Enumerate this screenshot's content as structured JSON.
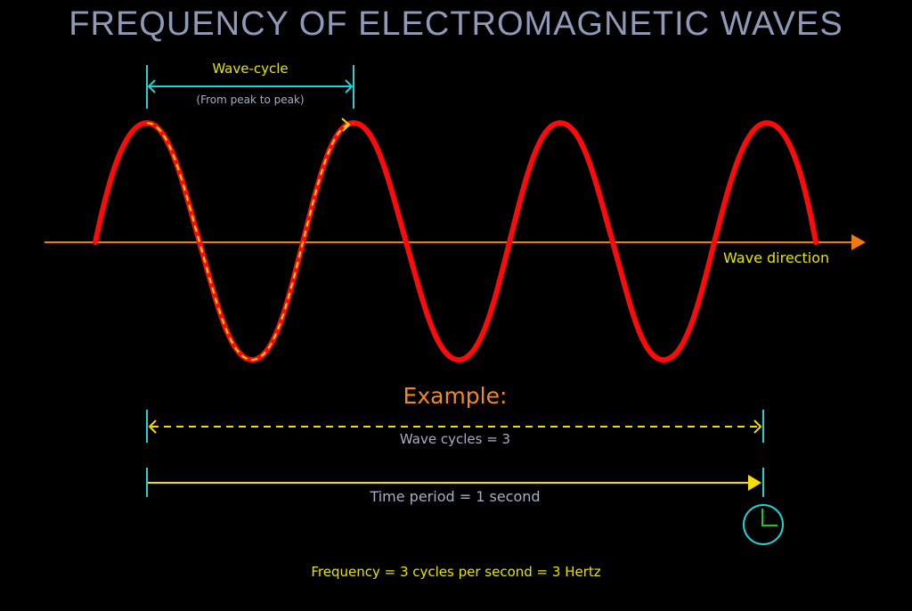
{
  "title": "FREQUENCY OF ELECTROMAGNETIC WAVES",
  "wave_cycle": {
    "label": "Wave-cycle",
    "sublabel": "(From peak to peak)"
  },
  "axis": {
    "label": "Wave direction"
  },
  "example": {
    "heading": "Example:",
    "cycles_label": "Wave cycles = 3",
    "period_label": "Time period = 1 second",
    "frequency_label": "Frequency  = 3 cycles per second = 3 Hertz"
  },
  "icons": {
    "clock": "clock-icon"
  },
  "colors": {
    "background": "#000000",
    "title": "#8e9ab8",
    "wave": "#ff0a0a",
    "wave_highlight": "#f5d90a",
    "axis": "#f07a10",
    "bracket": "#1fd3d3",
    "yellow_text": "#e8e200",
    "grey_text": "#a6aec8",
    "example_heading": "#f08a1e",
    "clock_hands": "#22c422"
  },
  "chart_data": {
    "type": "line",
    "title": "FREQUENCY OF ELECTROMAGNETIC WAVES",
    "description": "Sine wave illustrating 3 full wave cycles within a 1 second time period",
    "series": [
      {
        "name": "Electromagnetic wave",
        "function": "sine",
        "cycles_shown": 3.5,
        "highlighted_cycle": 1
      }
    ],
    "annotations": [
      "Wave-cycle (From peak to peak)",
      "Wave direction",
      "Example:",
      "Wave cycles = 3",
      "Time period = 1 second",
      "Frequency  = 3 cycles per second = 3 Hertz"
    ],
    "values": {
      "wave_cycles": 3,
      "time_period_s": 1,
      "frequency_hz": 3
    }
  }
}
